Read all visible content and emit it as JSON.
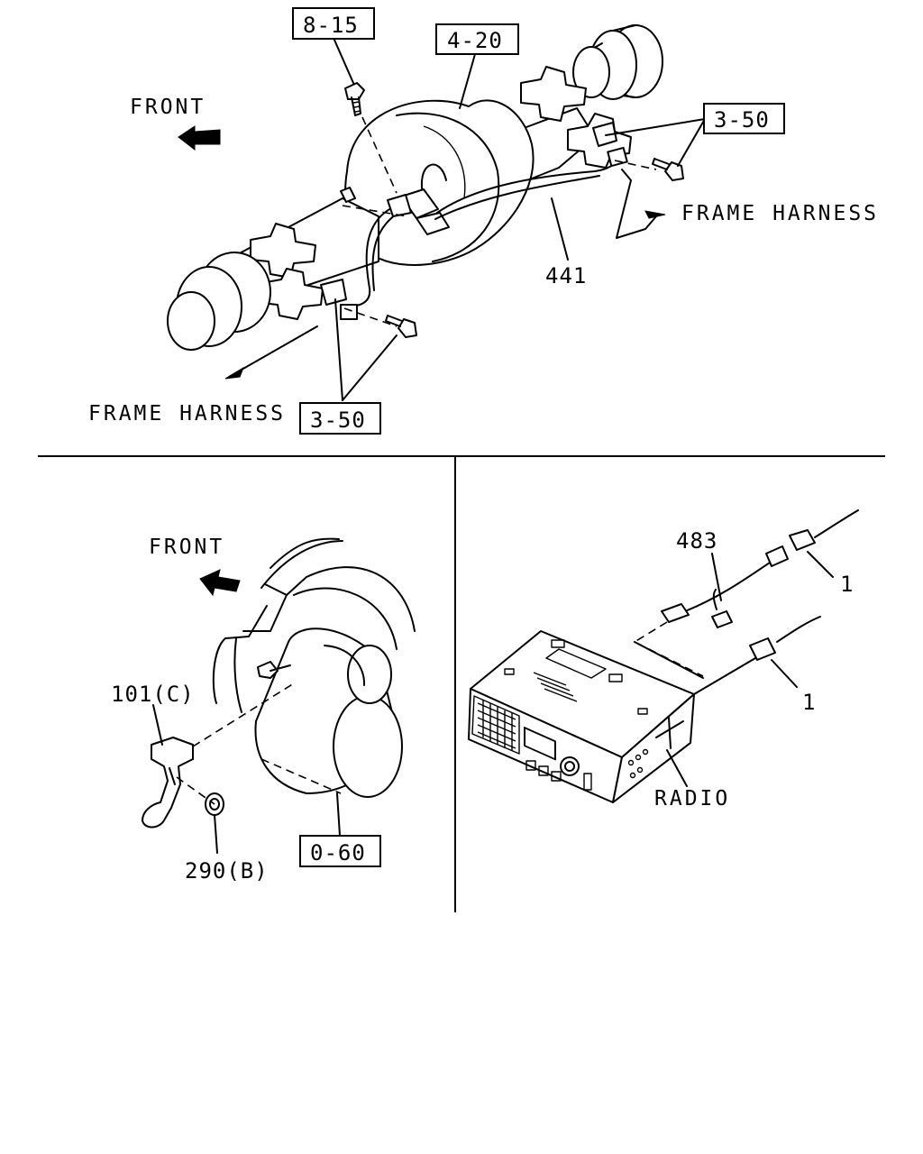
{
  "top_section": {
    "front_label": "FRONT",
    "frame_harness_right": "FRAME HARNESS",
    "frame_harness_left": "FRAME HARNESS",
    "callouts": {
      "ref_8_15": "8-15",
      "ref_4_20": "4-20",
      "ref_3_50_upper": "3-50",
      "ref_3_50_lower": "3-50",
      "part_441": "441"
    }
  },
  "bottom_left_section": {
    "front_label": "FRONT",
    "callouts": {
      "part_101c": "101(C)",
      "part_290b": "290(B)",
      "ref_0_60": "0-60"
    }
  },
  "bottom_right_section": {
    "callouts": {
      "part_483": "483",
      "part_1_upper": "1",
      "part_1_lower": "1",
      "radio": "RADIO"
    }
  }
}
